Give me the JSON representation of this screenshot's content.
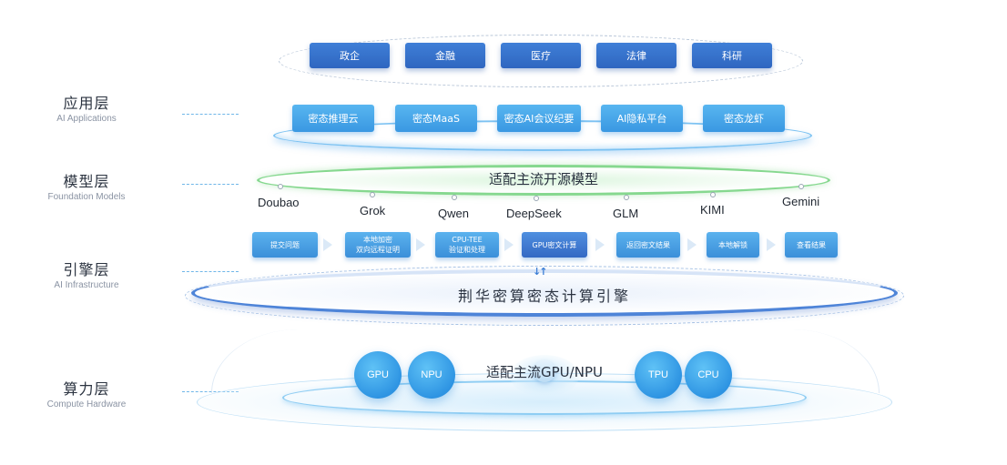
{
  "layers": [
    {
      "zh": "应用层",
      "en": "AI Applications"
    },
    {
      "zh": "模型层",
      "en": "Foundation Models"
    },
    {
      "zh": "引擎层",
      "en": "AI Infrastructure"
    },
    {
      "zh": "算力层",
      "en": "Compute Hardware"
    }
  ],
  "industries": [
    "政企",
    "金融",
    "医疗",
    "法律",
    "科研"
  ],
  "apps": [
    "密态推理云",
    "密态MaaS",
    "密态AI会议纪要",
    "AI隐私平台",
    "密态龙虾"
  ],
  "model_ring_title": "适配主流开源模型",
  "models": [
    "Doubao",
    "Grok",
    "Qwen",
    "DeepSeek",
    "GLM",
    "KIMI",
    "Gemini"
  ],
  "engine_steps": [
    "提交问题",
    "本地加密\n双向远程证明",
    "CPU-TEE\n验证和处理",
    "GPU密文计算",
    "返回密文结果",
    "本地解锁",
    "查看结果"
  ],
  "engine_arrows": "↓↑",
  "engine_title": "荆华密算密态计算引擎",
  "compute_title": "适配主流GPU/NPU",
  "chips": [
    "GPU",
    "NPU",
    "TPU",
    "CPU"
  ],
  "colors": {
    "accent": "#3a7bd5",
    "light_accent": "#48a8ee",
    "green_ring": "#7fd08a"
  }
}
